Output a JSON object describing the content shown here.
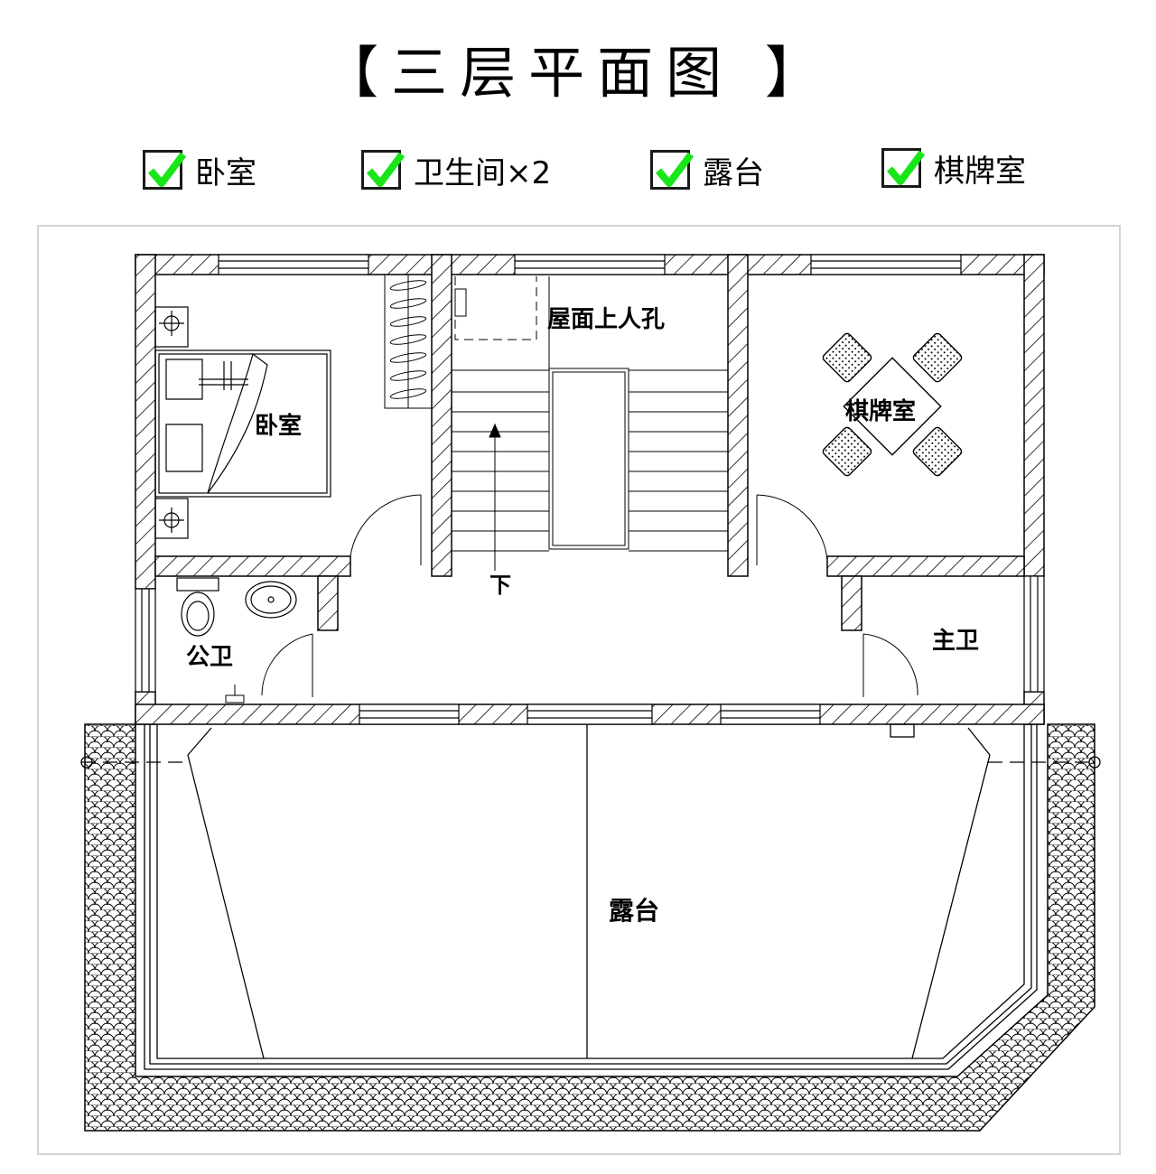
{
  "title": "【三层平面图 】",
  "accent_color": "#19e619",
  "legend": [
    {
      "label": "卧室",
      "icon": "checkbox-checked-icon"
    },
    {
      "label": "卫生间×2",
      "icon": "checkbox-checked-icon"
    },
    {
      "label": "露台",
      "icon": "checkbox-checked-icon"
    },
    {
      "label": "棋牌室",
      "icon": "checkbox-checked-icon"
    }
  ],
  "rooms": {
    "bedroom": "卧室",
    "roof_hatch": "屋面上人孔",
    "mahjong_room": "棋牌室",
    "down": "下",
    "public_bath": "公卫",
    "master_bath": "主卫",
    "terrace": "露台"
  }
}
